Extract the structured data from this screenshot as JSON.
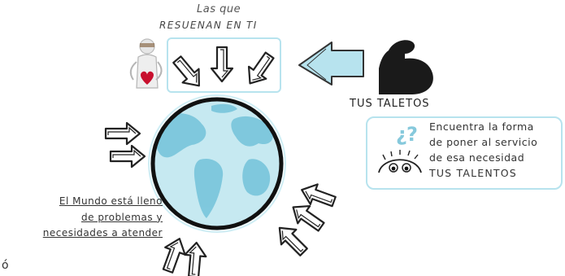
{
  "header": {
    "line1": "Las que",
    "line2": "RESUENAN EN TI"
  },
  "talents_label": "TUS TALETOS",
  "find_box": {
    "lines": [
      "Encuentra la forma",
      "de poner al servicio",
      "de esa necesidad",
      "TUS TALENTOS"
    ]
  },
  "world_text": {
    "lines": [
      "El Mundo está lleno",
      "de problemas  y",
      "necesidades a atender"
    ]
  },
  "corner_mark": "ó",
  "colors": {
    "accent": "#b7e3ee",
    "globe_ocean": "#c6e9f1",
    "globe_land": "#7cc7dc",
    "globe_ring": "#111111",
    "heart": "#c8102e"
  },
  "icons": [
    "person-heart-icon",
    "muscle-arm-icon",
    "question-marks-icon",
    "thinking-face-icon",
    "globe-icon"
  ]
}
